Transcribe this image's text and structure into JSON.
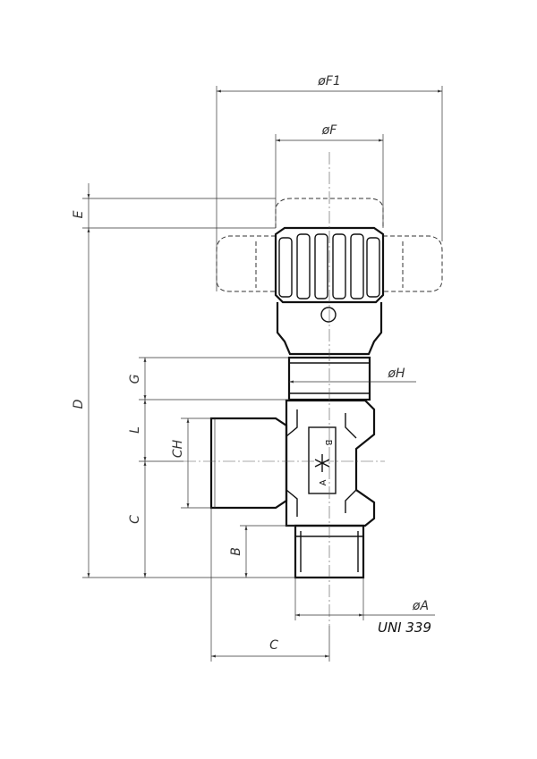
{
  "dimensions": {
    "F1": "øF1",
    "F": "øF",
    "E": "E",
    "D": "D",
    "G": "G",
    "H": "øH",
    "L": "L",
    "CH": "CH",
    "C_vertical": "C",
    "B": "B",
    "A": "øA",
    "C_horizontal": "C"
  },
  "flow_labels": {
    "A": "A",
    "B": "B"
  },
  "standard": "UNI 339"
}
